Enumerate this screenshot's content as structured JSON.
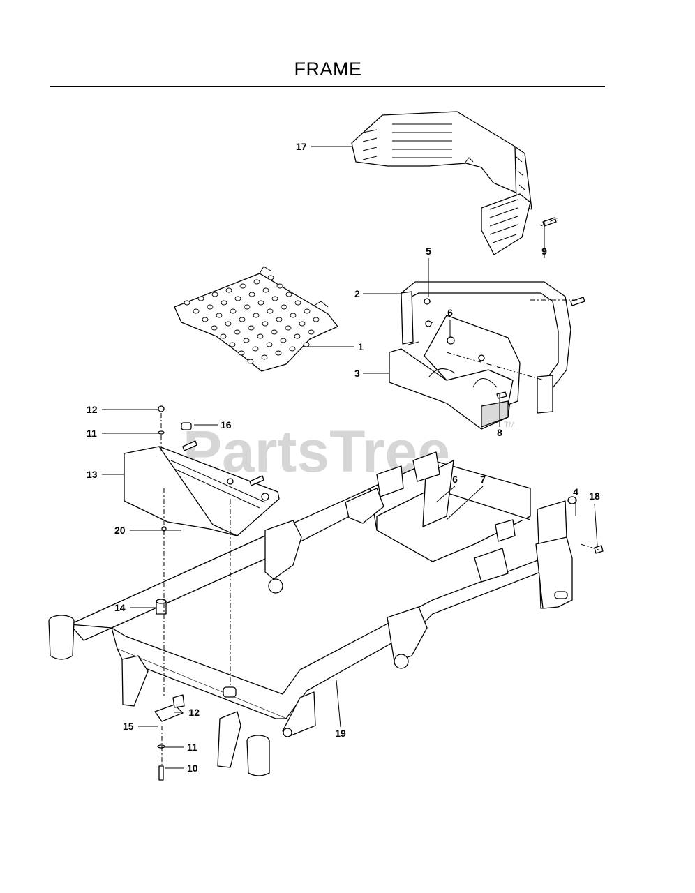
{
  "header": {
    "title": "FRAME"
  },
  "watermark": {
    "text": "PartsTree",
    "trademark": "TM"
  },
  "callouts": [
    {
      "num": "17"
    },
    {
      "num": "5"
    },
    {
      "num": "9"
    },
    {
      "num": "2"
    },
    {
      "num": "6"
    },
    {
      "num": "1"
    },
    {
      "num": "3"
    },
    {
      "num": "12"
    },
    {
      "num": "16"
    },
    {
      "num": "11"
    },
    {
      "num": "8"
    },
    {
      "num": "13"
    },
    {
      "num": "6"
    },
    {
      "num": "7"
    },
    {
      "num": "4"
    },
    {
      "num": "18"
    },
    {
      "num": "20"
    },
    {
      "num": "14"
    },
    {
      "num": "12"
    },
    {
      "num": "15"
    },
    {
      "num": "19"
    },
    {
      "num": "11"
    },
    {
      "num": "10"
    }
  ]
}
